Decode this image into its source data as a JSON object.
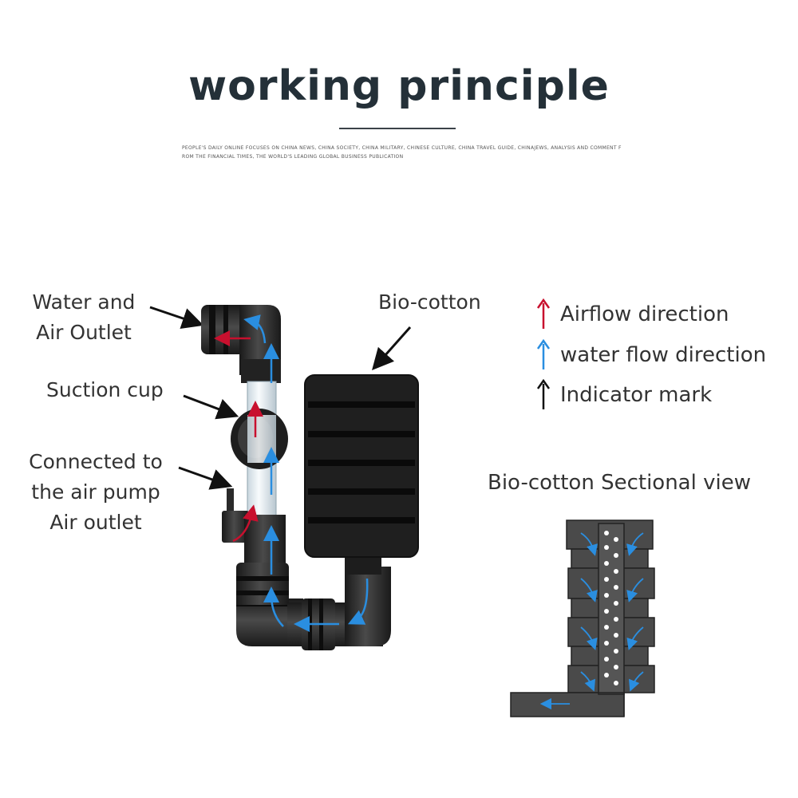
{
  "title": "working principle",
  "tagline": {
    "line1": "PEOPLE'S DAILY ONLINE FOCUSES ON CHINA NEWS, CHINA SOCIETY, CHINA MILITARY, CHINESE CULTURE, CHINA TRAVEL GUIDE, CHINAJEWS, ANALYSIS AND COMMENT F",
    "line2": "ROM THE FINANCIAL TIMES, THE WORLD'S LEADING GLOBAL BUSINESS PUBLICATION"
  },
  "labels": {
    "outlet_line1": "Water and",
    "outlet_line2": "Air Outlet",
    "suction": "Suction cup",
    "pump_line1": "Connected to",
    "pump_line2": "the air pump",
    "pump_line3": "Air outlet",
    "biocotton": "Bio-cotton",
    "sectional": "Bio-cotton Sectional view"
  },
  "legend": [
    {
      "text": "Airflow direction",
      "color": "#c8102e"
    },
    {
      "text": "water flow direction",
      "color": "#2a8ee0"
    },
    {
      "text": "Indicator mark",
      "color": "#111111"
    }
  ],
  "colors": {
    "air": "#c8102e",
    "water": "#2a8ee0",
    "indicator": "#111111",
    "sponge": "#1f1f1f",
    "section": "#4a4a4a"
  }
}
